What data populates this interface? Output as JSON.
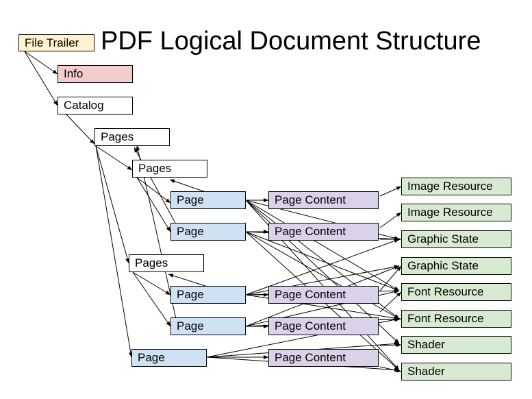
{
  "title": "PDF Logical Document Structure",
  "nodes": {
    "file_trailer": "File Trailer",
    "info": "Info",
    "catalog": "Catalog",
    "pages_root": "Pages",
    "pages_a": "Pages",
    "pages_b": "Pages",
    "page_a1": "Page",
    "page_a2": "Page",
    "page_b1": "Page",
    "page_b2": "Page",
    "page_c": "Page",
    "content_a1": "Page Content",
    "content_a2": "Page Content",
    "content_b1": "Page Content",
    "content_b2": "Page Content",
    "content_c": "Page Content",
    "image_1": "Image Resource",
    "image_2": "Image Resource",
    "gstate_1": "Graphic State",
    "gstate_2": "Graphic State",
    "font_1": "Font Resource",
    "font_2": "Font Resource",
    "shader_1": "Shader",
    "shader_2": "Shader"
  },
  "colors": {
    "trailer": "#fff2cc",
    "info": "#f4cccc",
    "page": "#cfe2f3",
    "content": "#d9d2e9",
    "resource": "#d9ead3"
  }
}
